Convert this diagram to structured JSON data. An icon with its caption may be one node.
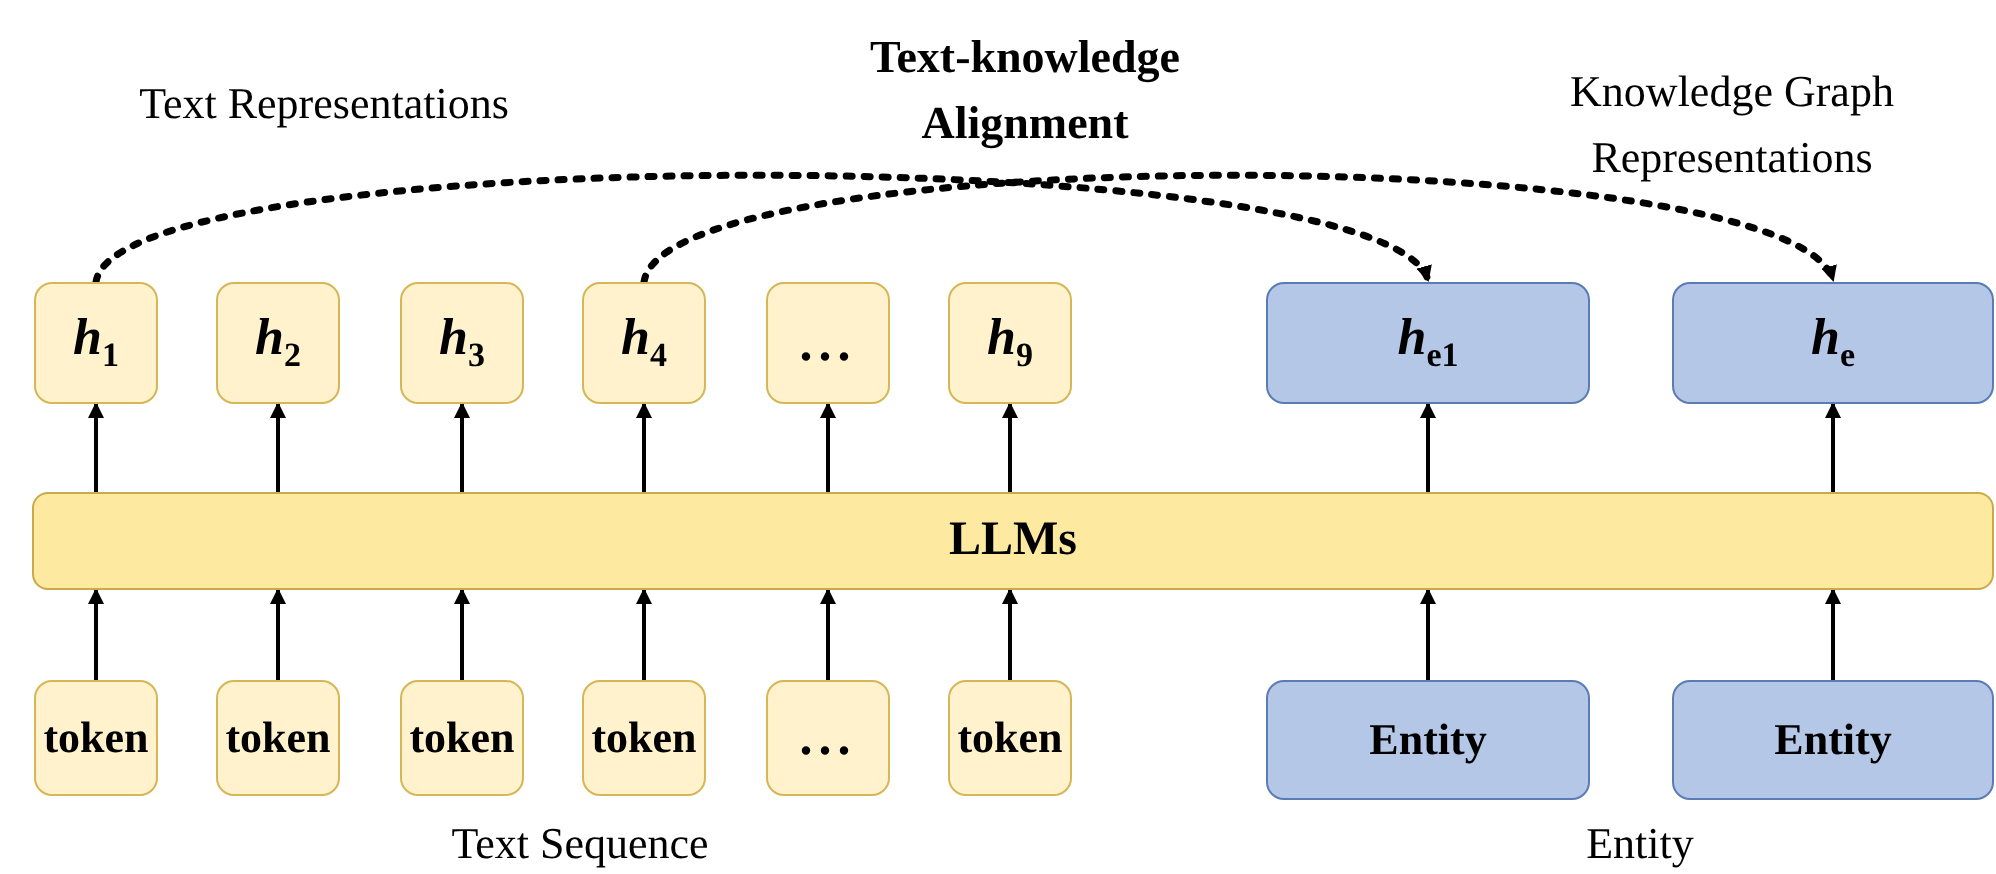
{
  "diagram": {
    "nodes": [
      {
        "text": [
          "h$_{1}$"
        ]
      },
      {
        "text": [
          "h$_{2}$"
        ]
      },
      {
        "text": [
          "h$_{3}$"
        ]
      },
      {
        "text": [
          "h$_{4}$"
        ]
      },
      {
        "text": [
          "..."
        ]
      },
      {
        "text": [
          "h$_{9}$"
        ]
      },
      {
        "text": [
          "h$_{e1}$"
        ]
      },
      {
        "text": [
          "h$_{e}$"
        ]
      },
      {
        "text": [
          "LLMs"
        ]
      },
      {
        "text": [
          "token"
        ]
      },
      {
        "text": [
          "token"
        ]
      },
      {
        "text": [
          "token"
        ]
      },
      {
        "text": [
          "token"
        ]
      },
      {
        "text": [
          "..."
        ]
      },
      {
        "text": [
          "token"
        ]
      },
      {
        "text": [
          "Entity"
        ]
      },
      {
        "text": [
          "Entity"
        ]
      }
    ],
    "edges": [
      {
        "from": 9,
        "to": 8,
        "arrow": "to"
      },
      {
        "from": 10,
        "to": 8,
        "arrow": "to"
      },
      {
        "from": 11,
        "to": 8,
        "arrow": "to"
      },
      {
        "from": 12,
        "to": 8,
        "arrow": "to"
      },
      {
        "from": 13,
        "to": 8,
        "arrow": "to"
      },
      {
        "from": 14,
        "to": 8,
        "arrow": "to"
      },
      {
        "from": 15,
        "to": 8,
        "arrow": "to"
      },
      {
        "from": 16,
        "to": 8,
        "arrow": "to"
      },
      {
        "from": 8,
        "to": 0,
        "arrow": "to"
      },
      {
        "from": 8,
        "to": 1,
        "arrow": "to"
      },
      {
        "from": 8,
        "to": 2,
        "arrow": "to"
      },
      {
        "from": 8,
        "to": 3,
        "arrow": "to"
      },
      {
        "from": 8,
        "to": 4,
        "arrow": "to"
      },
      {
        "from": 8,
        "to": 5,
        "arrow": "to"
      },
      {
        "from": 8,
        "to": 6,
        "arrow": "to"
      },
      {
        "from": 8,
        "to": 7,
        "arrow": "to"
      },
      {
        "from": 0,
        "to": 6,
        "arrow": "to",
        "style": "dashed"
      },
      {
        "from": 3,
        "to": 7,
        "arrow": "to",
        "style": "dashed"
      }
    ],
    "labels": [
      "Text Representations",
      "Text-knowledge Alignment",
      "Knowledge Graph Representations",
      "Text Sequence",
      "Entity"
    ]
  }
}
